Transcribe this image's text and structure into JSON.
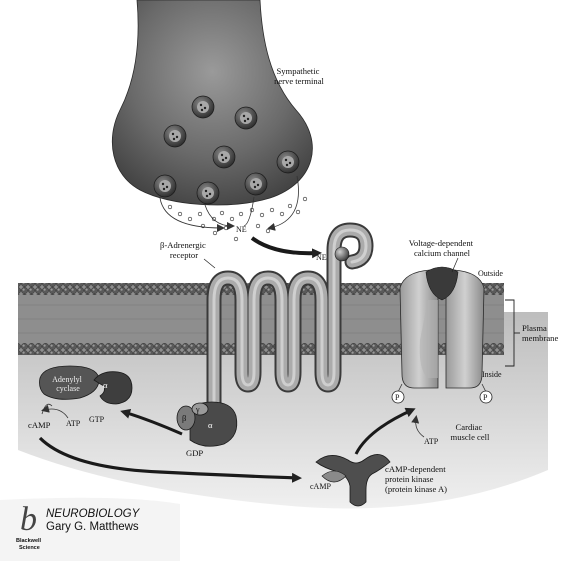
{
  "labels": {
    "nerve_terminal": [
      "Sympathetic",
      "nerve terminal"
    ],
    "ne_cluster": "NE",
    "ne_bound": "NE",
    "receptor": [
      "β-Adrenergic",
      "receptor"
    ],
    "channel": [
      "Voltage-dependent",
      "calcium channel"
    ],
    "outside": "Outside",
    "inside": "Inside",
    "plasma_membrane": [
      "Plasma",
      "membrane"
    ],
    "adenylyl_cyclase": [
      "Adenylyl",
      "cyclase"
    ],
    "alpha_cyclase": "α",
    "alpha_g": "α",
    "beta": "β",
    "gamma": "γ",
    "camp_left": "cAMP",
    "atp_left": "ATP",
    "gtp": "GTP",
    "gdp": "GDP",
    "camp_pka": "cAMP",
    "pka": [
      "cAMP-dependent",
      "protein kinase",
      "(protein kinase A)"
    ],
    "atp_right": "ATP",
    "cardiac": [
      "Cardiac",
      "muscle cell"
    ],
    "p_left": "P",
    "p_right": "P"
  },
  "footer": {
    "logo_letter": "b",
    "publisher": [
      "Blackwell",
      "Science"
    ],
    "book_title": "NEUROBIOLOGY",
    "author": "Gary G. Matthews"
  },
  "colors": {
    "terminal": "#6e6e6e",
    "membrane_bg": "#8a8a8a",
    "cell_interior": "#d4d4d4",
    "protein_dark": "#4a4a4a",
    "receptor_fill": "#a8a8a8"
  }
}
